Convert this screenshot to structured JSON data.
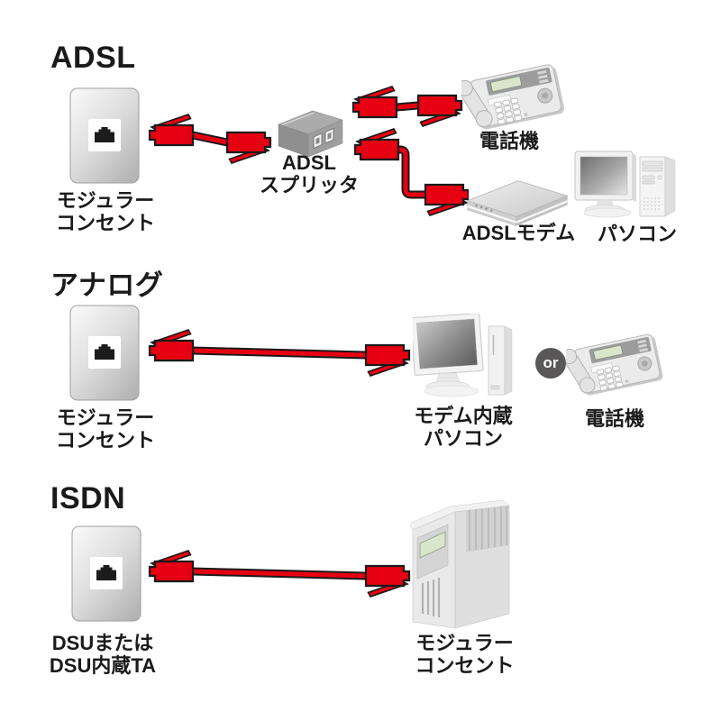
{
  "colors": {
    "cable_red": "#e60012",
    "outline": "#1a1a1a",
    "or_circle": "#595757",
    "lcd_green": "#d9e6cc"
  },
  "sections": [
    {
      "id": "adsl",
      "title": "ADSL",
      "wall_outlet_label": "モジュラー\nコンセント",
      "splitter_label": "ADSL\nスプリッタ",
      "phone_label": "電話機",
      "modem_label": "ADSLモデム",
      "pc_label": "パソコン"
    },
    {
      "id": "analog",
      "title": "アナログ",
      "wall_outlet_label": "モジュラー\nコンセント",
      "pc_label": "モデム内蔵\nパソコン",
      "or_label": "or",
      "phone_label": "電話機"
    },
    {
      "id": "isdn",
      "title": "ISDN",
      "wall_outlet_label": "DSUまたは\nDSU内蔵TA",
      "device_label": "モジュラー\nコンセント"
    }
  ]
}
